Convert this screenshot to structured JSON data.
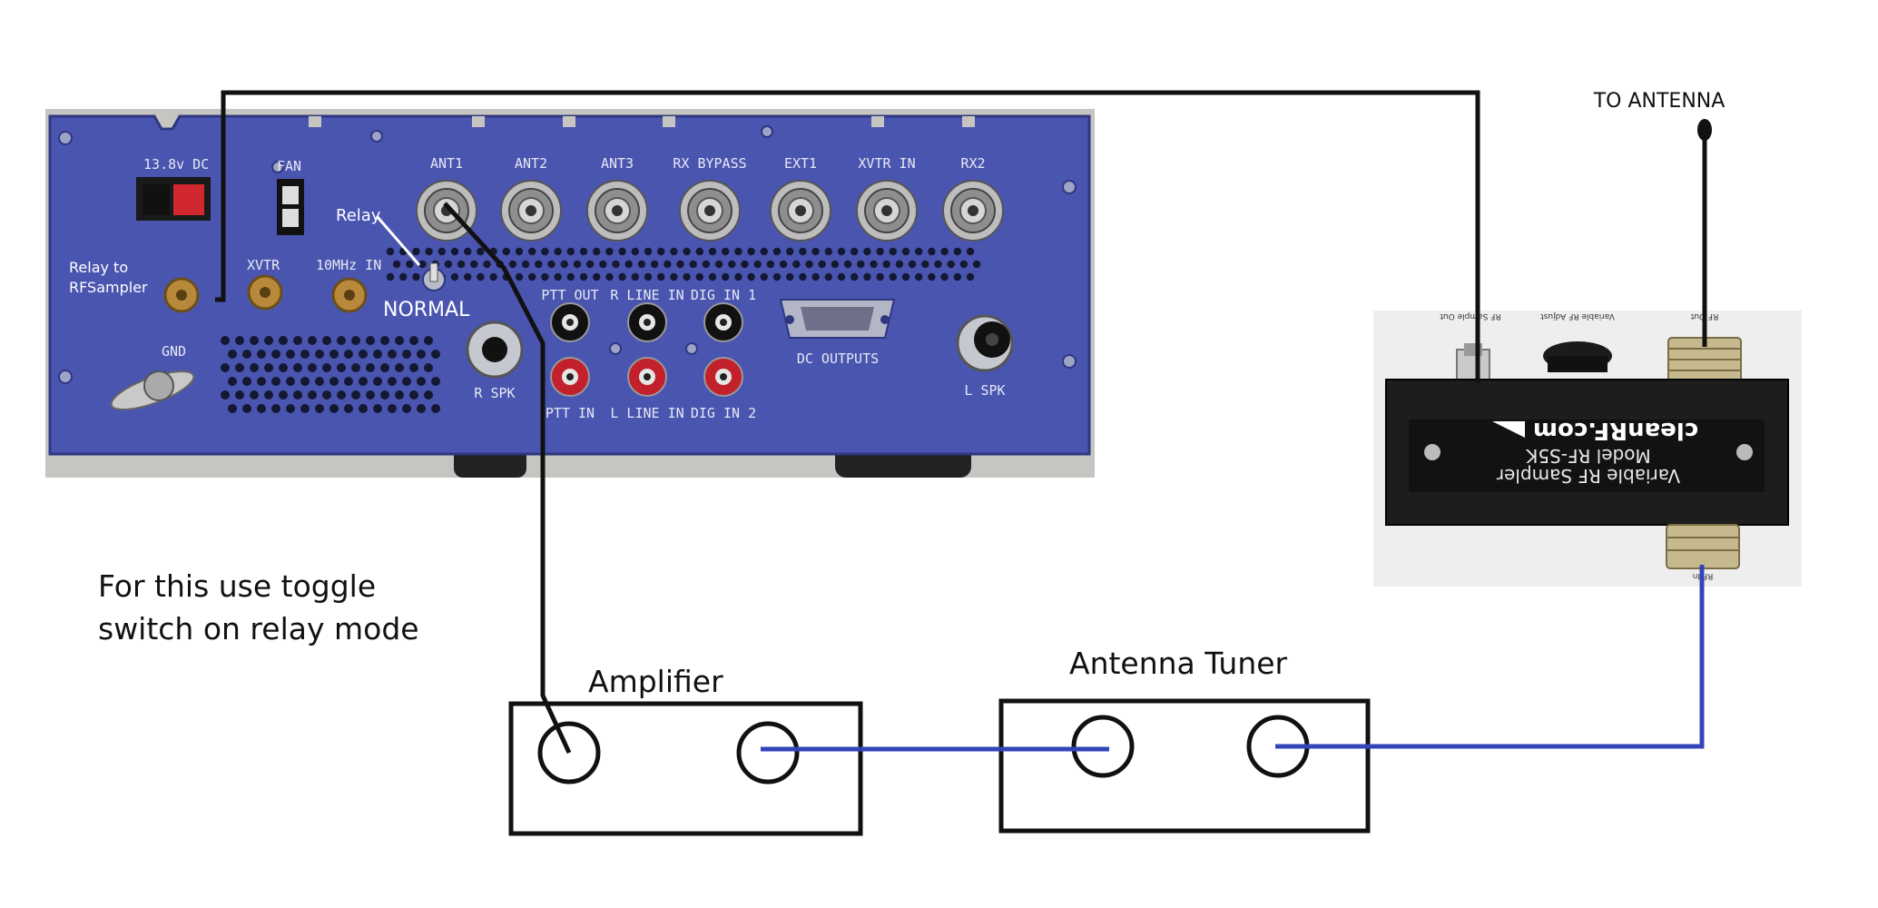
{
  "colors": {
    "panel": "#4a55b0",
    "panel_dark": "#2f3780",
    "coax_wire": "#3344bb",
    "black_wire": "#111111",
    "sampler_body": "#1d1d1d",
    "sampler_bg": "#eeeeee"
  },
  "radio_panel": {
    "power_label": "13.8v DC",
    "fan_label": "FAN",
    "relay_label": "Relay",
    "relay_to_label_1": "Relay to",
    "relay_to_label_2": "RFSampler",
    "xvtr_label": "XVTR",
    "tenmhz_label": "10MHz IN",
    "normal_label": "NORMAL",
    "gnd_label": "GND",
    "connectors": [
      "ANT1",
      "ANT2",
      "ANT3",
      "RX BYPASS",
      "EXT1",
      "XVTR IN",
      "RX2"
    ],
    "ptt_out": "PTT OUT",
    "r_line_in": "R LINE IN",
    "dig_in_1": "DIG IN 1",
    "dc_outputs": "DC OUTPUTS",
    "ptt_in": "PTT IN",
    "l_line_in": "L LINE IN",
    "dig_in_2": "DIG IN 2",
    "r_spk": "R SPK",
    "l_spk": "L SPK"
  },
  "sampler": {
    "brand": "cleanRF.com",
    "model_line_1": "Variable RF Sampler",
    "model_line_2": "Model RF-S5K",
    "port_sample": "RF Sample Out",
    "port_adjust": "Variable RF Adjust",
    "port_out": "RF Out",
    "port_in": "RF In"
  },
  "labels": {
    "to_antenna": "TO ANTENNA",
    "instruction_line_1": "For this use toggle",
    "instruction_line_2": "switch on relay mode",
    "amplifier": "Amplifier",
    "antenna_tuner": "Antenna Tuner"
  }
}
